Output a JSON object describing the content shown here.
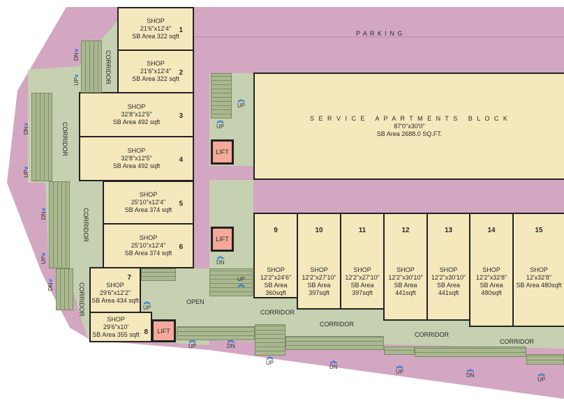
{
  "colors": {
    "site": "#d3a6c1",
    "circulation": "#c5d1b1",
    "shop": "#f4e8bc",
    "lift": "#f4a99a",
    "arrow": "#1e6fd8"
  },
  "parking": "P A R K I N G",
  "service_block": {
    "title": "S E R V I C E   A P A R T M E N T S   B L O C K",
    "size": "87'0\"x30'0\"",
    "area": "SB Area 2688.0 SQ.FT."
  },
  "shops": [
    {
      "num": "1",
      "label": "SHOP",
      "size": "21'6\"x12'4\"",
      "area": "SB Area 322 sqft"
    },
    {
      "num": "2",
      "label": "SHOP",
      "size": "21'6\"x12'4\"",
      "area": "SB Area 322 sqft"
    },
    {
      "num": "3",
      "label": "SHOP",
      "size": "32'8\"x12'5\"",
      "area": "SB Area 492 sqft"
    },
    {
      "num": "4",
      "label": "SHOP",
      "size": "32'8\"x12'5\"",
      "area": "SB Area 492 sqft"
    },
    {
      "num": "5",
      "label": "SHOP",
      "size": "25'10\"x12'4\"",
      "area": "SB Area 374 sqft"
    },
    {
      "num": "6",
      "label": "SHOP",
      "size": "25'10\"x12'4\"",
      "area": "SB Area 374 sqft"
    },
    {
      "num": "7",
      "label": "SHOP",
      "size": "29'6\"x12'2\"",
      "area": "SB Area 434 sqft"
    },
    {
      "num": "8",
      "label": "SHOP",
      "size": "29'6\"x10'",
      "area": "SB Area 355 sqft"
    },
    {
      "num": "9",
      "label": "SHOP",
      "size": "12'2\"x24'6\"",
      "area": "SB Area 360sqft"
    },
    {
      "num": "10",
      "label": "SHOP",
      "size": "12'2\"x27'10\"",
      "area": "SB Area 397sqft"
    },
    {
      "num": "11",
      "label": "SHOP",
      "size": "12'2\"x27'10\"",
      "area": "SB Area 397sqft"
    },
    {
      "num": "12",
      "label": "SHOP",
      "size": "12'2\"x30'10\"",
      "area": "SB Area 441sqft"
    },
    {
      "num": "13",
      "label": "SHOP",
      "size": "12'2\"x30'10\"",
      "area": "SB Area 441sqft"
    },
    {
      "num": "14",
      "label": "SHOP",
      "size": "12'2\"x32'8\"",
      "area": "SB Area 480sqft"
    },
    {
      "num": "15",
      "label": "SHOP",
      "size": "12'x32'8\"",
      "area": "SB Area 480sqft"
    }
  ],
  "labels": {
    "corridor": "CORRIDOR",
    "lift": "LIFT",
    "open": "OPEN",
    "up": "UP",
    "dn": "DN",
    "arrow": "»",
    "arrow_up": "︽"
  }
}
